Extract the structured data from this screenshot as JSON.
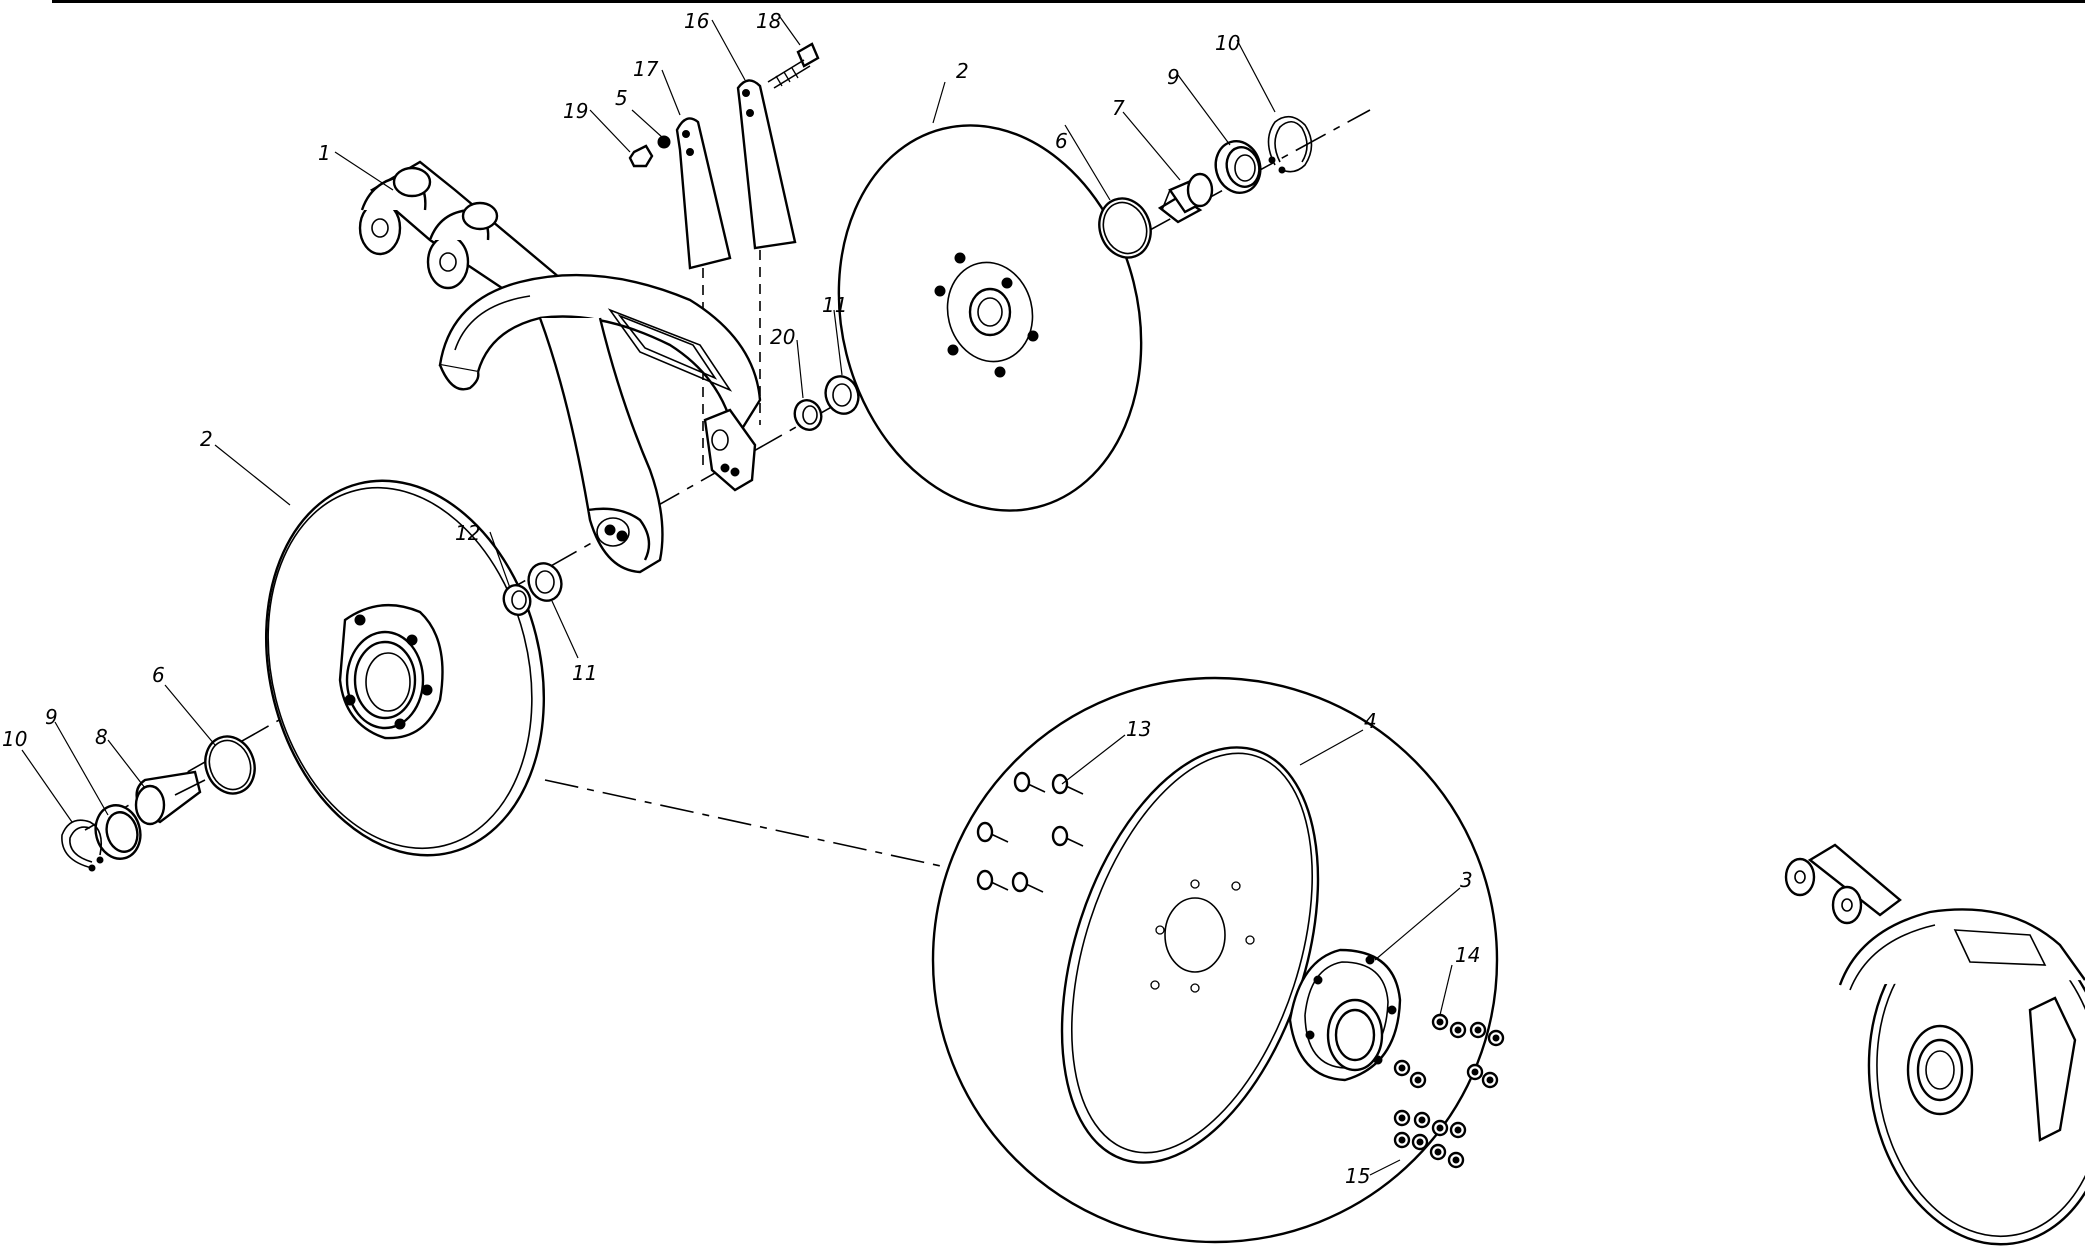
{
  "diagram": {
    "title": "",
    "labels": [
      {
        "id": "l1",
        "text": "1",
        "part": "opener-frame-arm"
      },
      {
        "id": "l2a",
        "text": "2",
        "part": "disc-blade"
      },
      {
        "id": "l2b",
        "text": "2",
        "part": "disc-blade"
      },
      {
        "id": "l3",
        "text": "3",
        "part": "hub"
      },
      {
        "id": "l4",
        "text": "4",
        "part": "wheel-rim"
      },
      {
        "id": "l5",
        "text": "5",
        "part": "washer"
      },
      {
        "id": "l6a",
        "text": "6",
        "part": "o-ring"
      },
      {
        "id": "l6b",
        "text": "6",
        "part": "o-ring"
      },
      {
        "id": "l7",
        "text": "7",
        "part": "axle-bolt"
      },
      {
        "id": "l8",
        "text": "8",
        "part": "axle-bolt"
      },
      {
        "id": "l9a",
        "text": "9",
        "part": "seal-washer"
      },
      {
        "id": "l9b",
        "text": "9",
        "part": "seal-washer"
      },
      {
        "id": "l10a",
        "text": "10",
        "part": "snap-ring"
      },
      {
        "id": "l10b",
        "text": "10",
        "part": "snap-ring"
      },
      {
        "id": "l11a",
        "text": "11",
        "part": "spacer-washer"
      },
      {
        "id": "l11b",
        "text": "11",
        "part": "spacer-washer"
      },
      {
        "id": "l12",
        "text": "12",
        "part": "bushing"
      },
      {
        "id": "l13",
        "text": "13",
        "part": "bolts"
      },
      {
        "id": "l14",
        "text": "14",
        "part": "nuts"
      },
      {
        "id": "l15",
        "text": "15",
        "part": "nuts"
      },
      {
        "id": "l16",
        "text": "16",
        "part": "scraper-plate"
      },
      {
        "id": "l17",
        "text": "17",
        "part": "scraper-plate"
      },
      {
        "id": "l18",
        "text": "18",
        "part": "bolt"
      },
      {
        "id": "l19",
        "text": "19",
        "part": "nut"
      },
      {
        "id": "l20",
        "text": "20",
        "part": "bushing"
      }
    ]
  }
}
